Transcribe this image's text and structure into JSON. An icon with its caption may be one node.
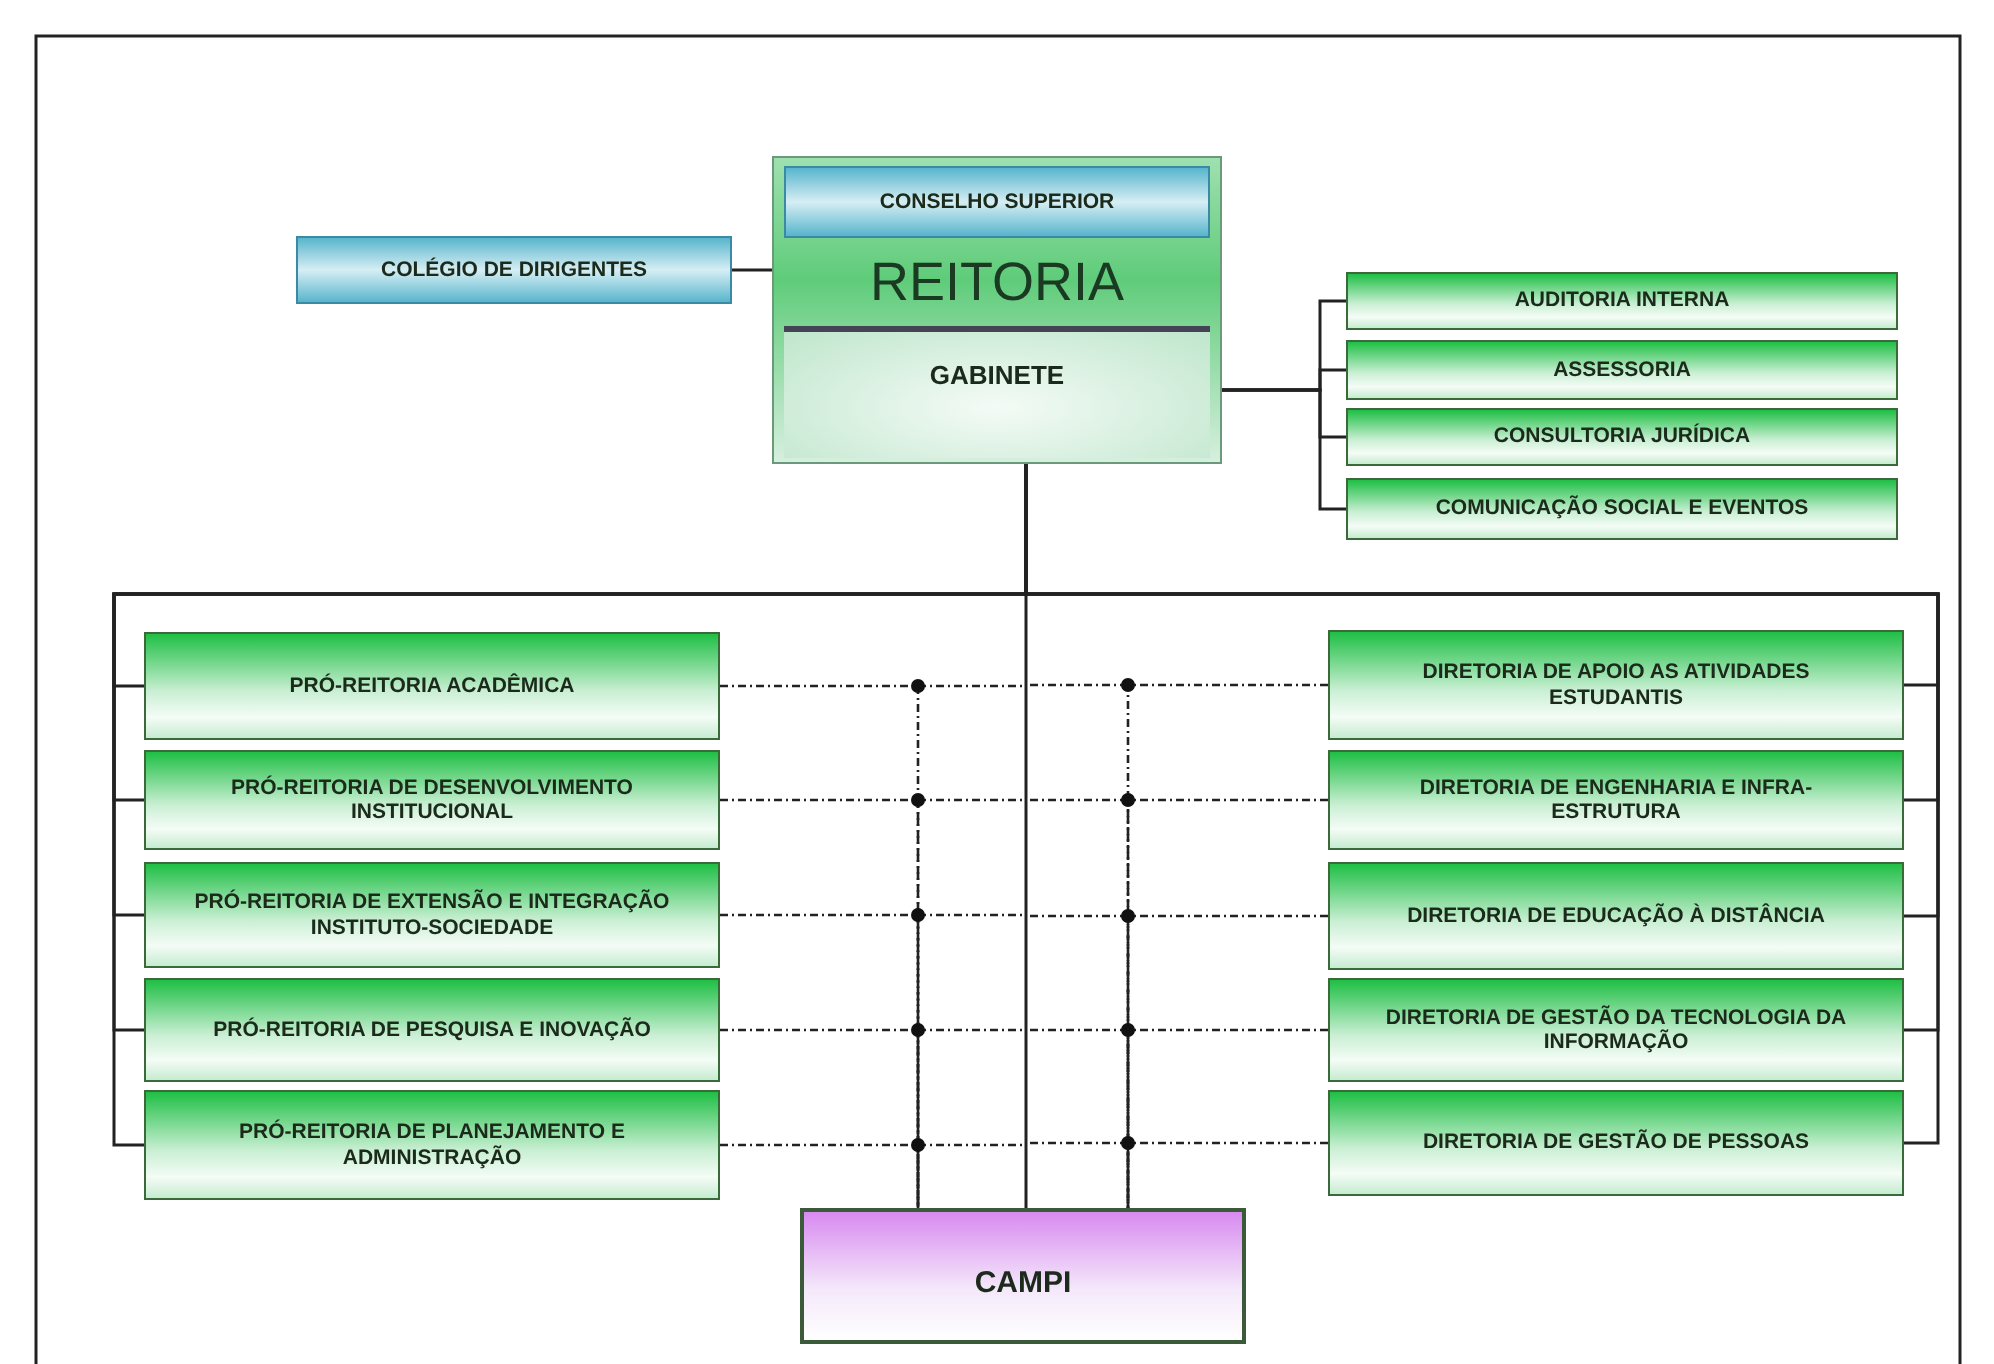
{
  "diagram": {
    "nodes": [
      {
        "text": [
          "REITORIA"
        ]
      },
      {
        "text": [
          "CONSELHO SUPERIOR"
        ],
        "in": 0
      },
      {
        "text": [
          "GABINETE"
        ],
        "in": 0
      },
      {
        "text": [
          "COLÉGIO DE DIRIGENTES"
        ]
      },
      {
        "text": [
          "AUDITORIA INTERNA"
        ]
      },
      {
        "text": [
          "ASSESSORIA"
        ]
      },
      {
        "text": [
          "CONSULTORIA JURÍDICA"
        ]
      },
      {
        "text": [
          "COMUNICAÇÃO SOCIAL E EVENTOS"
        ]
      },
      {
        "text": [
          "PRÓ-REITORIA ACADÊMICA"
        ]
      },
      {
        "text": [
          "PRÓ-REITORIA DE DESENVOLVIMENTO INSTITUCIONAL"
        ]
      },
      {
        "text": [
          "PRÓ-REITORIA DE EXTENSÃO E INTEGRAÇÃO INSTITUTO-SOCIEDADE"
        ]
      },
      {
        "text": [
          "PRÓ-REITORIA DE PESQUISA E INOVAÇÃO"
        ]
      },
      {
        "text": [
          "PRÓ-REITORIA DE PLANEJAMENTO E ADMINISTRAÇÃO"
        ]
      },
      {
        "text": [
          "DIRETORIA DE APOIO AS ATIVIDADES ESTUDANTIS"
        ]
      },
      {
        "text": [
          "DIRETORIA DE ENGENHARIA E INFRA-ESTRUTURA"
        ]
      },
      {
        "text": [
          "DIRETORIA DE EDUCAÇÃO À DISTÂNCIA"
        ]
      },
      {
        "text": [
          "DIRETORIA DE GESTÃO DA TECNOLOGIA DA INFORMAÇÃO"
        ]
      },
      {
        "text": [
          "DIRETORIA DE GESTÃO DE PESSOAS"
        ]
      },
      {
        "text": [
          "CAMPI"
        ]
      }
    ],
    "edges": [
      {
        "from": 3,
        "to": 0,
        "arrow": "none"
      },
      {
        "from": 2,
        "to": 4,
        "arrow": "none"
      },
      {
        "from": 2,
        "to": 5,
        "arrow": "none"
      },
      {
        "from": 2,
        "to": 6,
        "arrow": "none"
      },
      {
        "from": 2,
        "to": 7,
        "arrow": "none"
      },
      {
        "from": 2,
        "to": 8,
        "arrow": "none"
      },
      {
        "from": 2,
        "to": 9,
        "arrow": "none"
      },
      {
        "from": 2,
        "to": 10,
        "arrow": "none"
      },
      {
        "from": 2,
        "to": 11,
        "arrow": "none"
      },
      {
        "from": 2,
        "to": 12,
        "arrow": "none"
      },
      {
        "from": 2,
        "to": 13,
        "arrow": "none"
      },
      {
        "from": 2,
        "to": 14,
        "arrow": "none"
      },
      {
        "from": 2,
        "to": 15,
        "arrow": "none"
      },
      {
        "from": 2,
        "to": 16,
        "arrow": "none"
      },
      {
        "from": 2,
        "to": 17,
        "arrow": "none"
      },
      {
        "from": 2,
        "to": 18,
        "arrow": "none"
      },
      {
        "from": 8,
        "to": 18,
        "arrow": "none",
        "style": "dashed"
      },
      {
        "from": 9,
        "to": 18,
        "arrow": "none",
        "style": "dashed"
      },
      {
        "from": 10,
        "to": 18,
        "arrow": "none",
        "style": "dashed"
      },
      {
        "from": 11,
        "to": 18,
        "arrow": "none",
        "style": "dashed"
      },
      {
        "from": 12,
        "to": 18,
        "arrow": "none",
        "style": "dashed"
      },
      {
        "from": 13,
        "to": 18,
        "arrow": "none",
        "style": "dashed"
      },
      {
        "from": 14,
        "to": 18,
        "arrow": "none",
        "style": "dashed"
      },
      {
        "from": 15,
        "to": 18,
        "arrow": "none",
        "style": "dashed"
      },
      {
        "from": 16,
        "to": 18,
        "arrow": "none",
        "style": "dashed"
      },
      {
        "from": 17,
        "to": 18,
        "arrow": "none",
        "style": "dashed"
      }
    ]
  }
}
